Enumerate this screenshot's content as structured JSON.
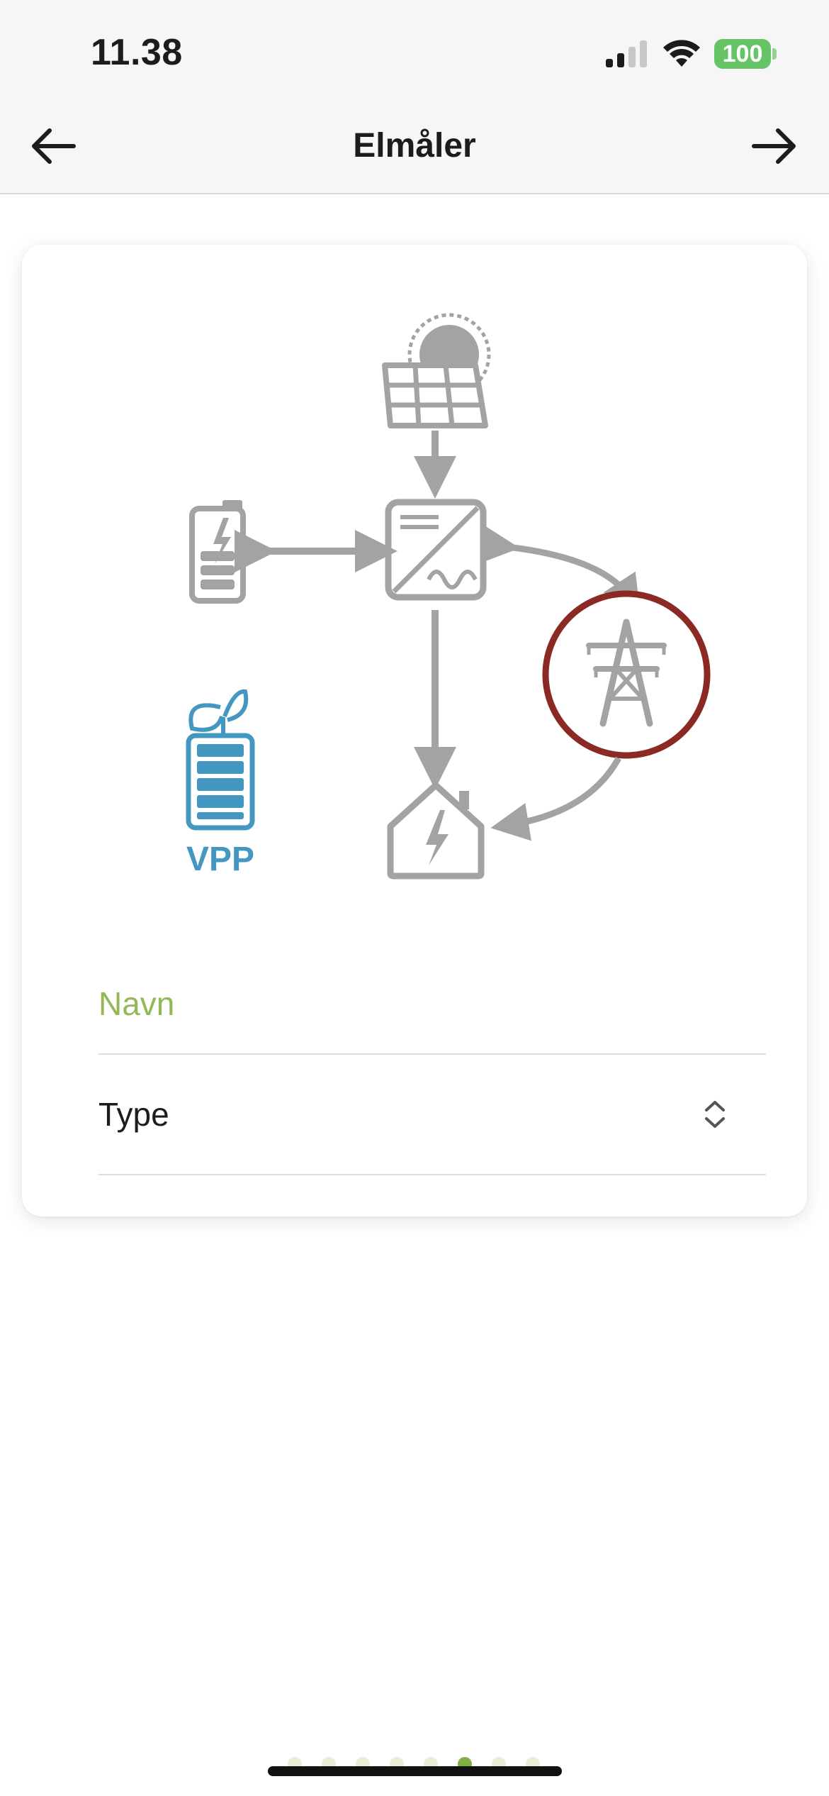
{
  "status": {
    "time": "11.38",
    "battery": "100"
  },
  "nav": {
    "title": "Elmåler"
  },
  "diagram": {
    "vpp_label": "VPP"
  },
  "form": {
    "name_label": "Navn",
    "type_label": "Type"
  },
  "pager": {
    "count": 8,
    "active_index": 5
  },
  "colors": {
    "accent_green": "#92b955",
    "highlight_red": "#8b2a24",
    "vpp_blue": "#4397c0",
    "icon_gray": "#a3a3a3"
  }
}
